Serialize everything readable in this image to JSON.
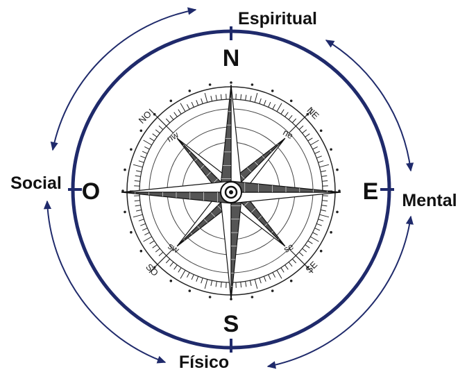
{
  "dimensions": {
    "top": "Espiritual",
    "right": "Mental",
    "bottom": "Físico",
    "left": "Social"
  },
  "cardinals": {
    "north": "N",
    "east": "E",
    "south": "S",
    "west": "O"
  },
  "intercardinals_outer": {
    "nw": "NO",
    "ne": "NE",
    "sw": "SO",
    "se": "SE"
  },
  "intercardinals_inner": {
    "nw": "nw",
    "ne": "ne",
    "sw": "sw",
    "se": "se"
  },
  "colors": {
    "ring": "#1f2a6b",
    "arrows": "#1f2a6b",
    "ink": "#111111"
  }
}
